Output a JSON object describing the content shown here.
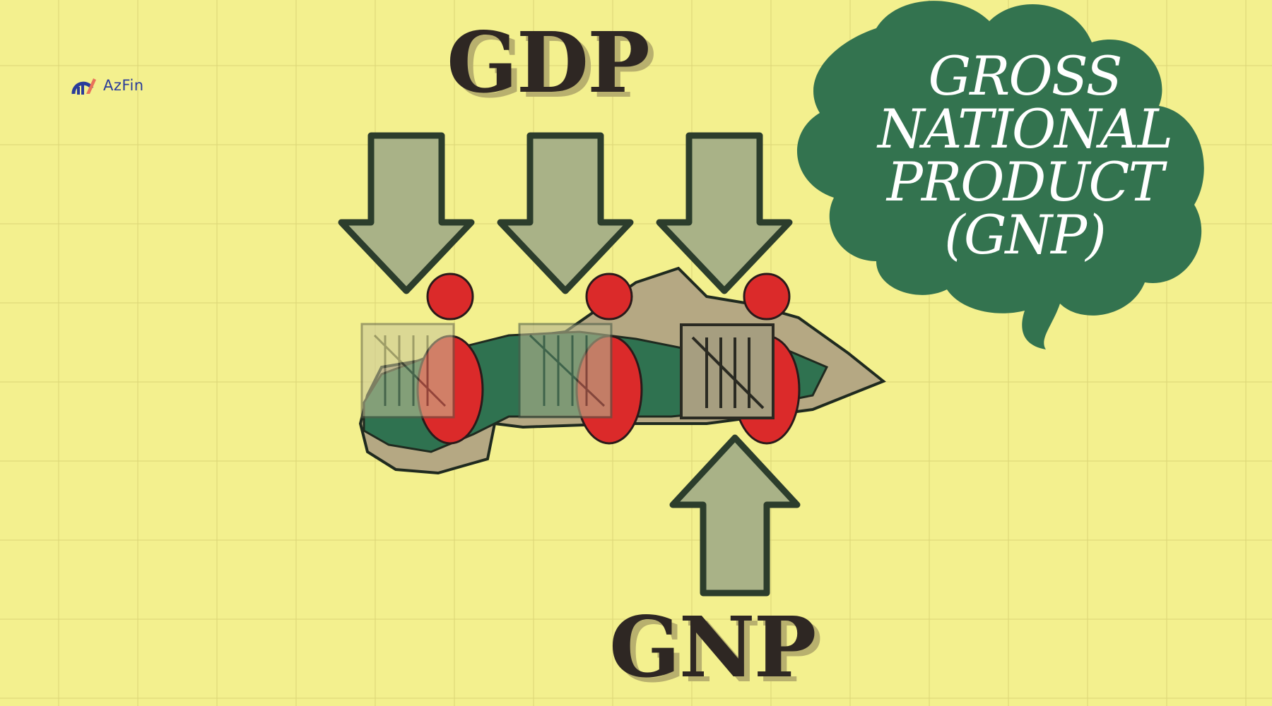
{
  "brand": {
    "logo_text": "AzFin",
    "colors": {
      "blue": "#2a3c9a",
      "orange": "#e9735a"
    }
  },
  "headings": {
    "top": "GDP",
    "bottom": "GNP"
  },
  "cloud": {
    "lines": [
      "GROSS",
      "NATIONAL",
      "PRODUCT",
      "(GNP)"
    ],
    "color": "#33734f"
  },
  "illustration": {
    "arrows_down_count": 3,
    "arrow_up_count": 1,
    "people_count": 3,
    "crates_count": 3,
    "colors": {
      "background": "#f3f08e",
      "arrow_fill": "#a9b287",
      "arrow_stroke": "#2c3d2c",
      "person": "#db2a2a",
      "land_green": "#2f7250",
      "land_tan": "#b5a883",
      "crate": "#a69e80"
    }
  }
}
